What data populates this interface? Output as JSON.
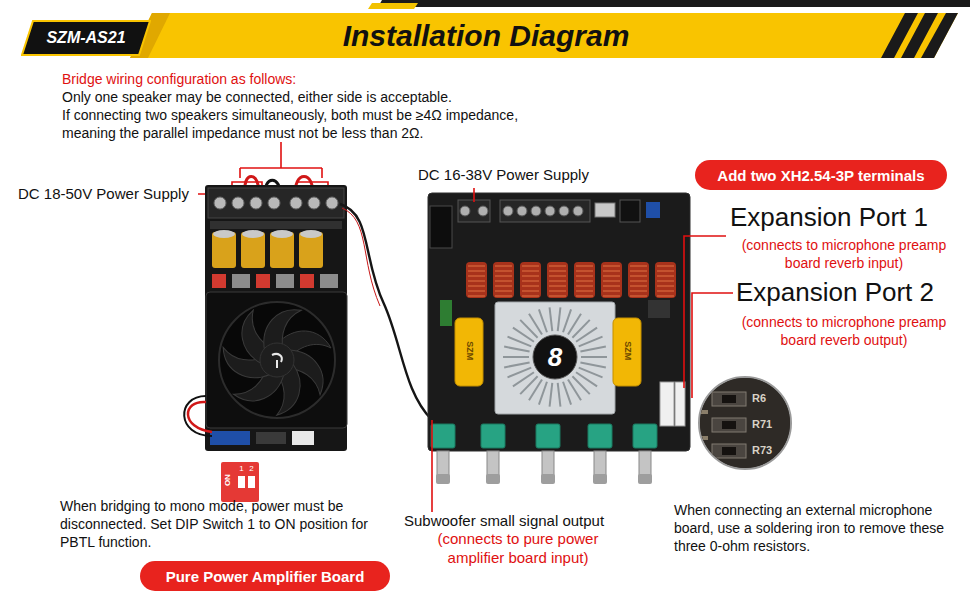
{
  "diagram": {
    "title": "Installation Diagram",
    "nodes": [
      {
        "text": [
          "SZM-AS21"
        ]
      },
      {
        "text": [
          "Add two XH2.54-3P terminals"
        ]
      },
      {
        "text": [
          "Pure Power Amplifier Board"
        ]
      }
    ],
    "labels": [
      "Bridge wiring configuration as follows:",
      "Only one speaker may be connected, either side is acceptable.",
      "If connecting two speakers simultaneously, both must be ≥4Ω impedance, meaning the parallel impedance must not be less than 2Ω.",
      "DC 18-50V Power Supply",
      "DC 16-38V Power Supply",
      "Expansion Port 1",
      "(connects to microphone preamp board reverb input)",
      "Expansion Port 2",
      "(connects to microphone preamp board reverb output)",
      "SZM",
      "SZM",
      "8",
      "ON",
      "1",
      "2",
      "R6",
      "R71",
      "R73",
      "When bridging to mono mode, power must be disconnected. Set DIP Switch 1 to ON position for PBTL function.",
      "Subwoofer small signal output",
      "(connects to pure power amplifier board input)",
      "When connecting an external microphone board, use a soldering iron to remove these three 0-ohm resistors."
    ]
  }
}
